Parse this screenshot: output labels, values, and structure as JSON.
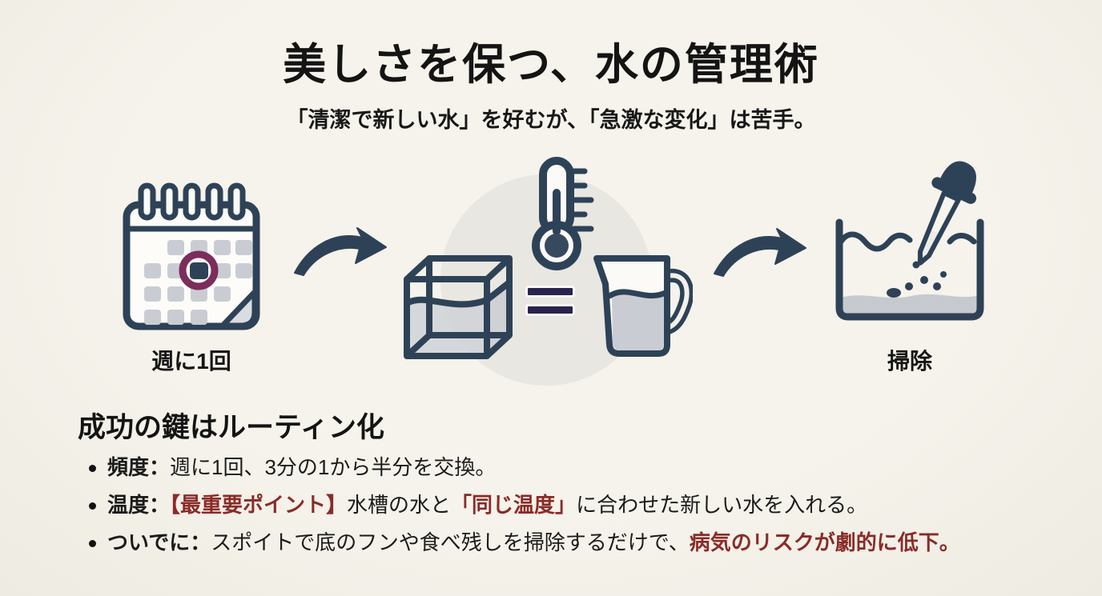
{
  "header": {
    "title": "美しさを保つ、水の管理術",
    "subtitle": "「清潔で新しい水」を好むが、「急激な変化」は苦手。"
  },
  "flow": {
    "weekly": {
      "label": "週に1回",
      "icon": "calendar-icon"
    },
    "temperature_match": {
      "icons": [
        "thermometer-icon",
        "aquarium-tank-icon",
        "equals-icon",
        "pitcher-icon"
      ]
    },
    "cleaning": {
      "label": "掃除",
      "icon": "dropper-in-tank-icon"
    },
    "arrows": [
      "curved-arrow-icon",
      "curved-arrow-icon"
    ]
  },
  "routine": {
    "heading": "成功の鍵はルーティン化",
    "bullets": {
      "frequency": {
        "label": "頻度：",
        "text": "週に1回、3分の1から半分を交換。"
      },
      "temperature": {
        "label": "温度：",
        "highlight1": "【最重要ポイント】",
        "text1": "水槽の水と",
        "highlight2": "「同じ温度」",
        "text2": "に合わせた新しい水を入れる。"
      },
      "bonus": {
        "label": "ついでに：",
        "text1": "スポイトで底のフンや食べ残しを掃除するだけで、",
        "highlight1": "病気のリスクが劇的に低下。"
      }
    }
  },
  "colors": {
    "background": "#f2f0e8",
    "ink": "#1b1b1b",
    "navy": "#2e4257",
    "indigo_equals": "#29244f",
    "plum_ring": "#7b2d5b",
    "highlight_red": "#8a2b28",
    "gray_fill": "#c9cdd3",
    "circle_backdrop": "#e9e7e1"
  }
}
